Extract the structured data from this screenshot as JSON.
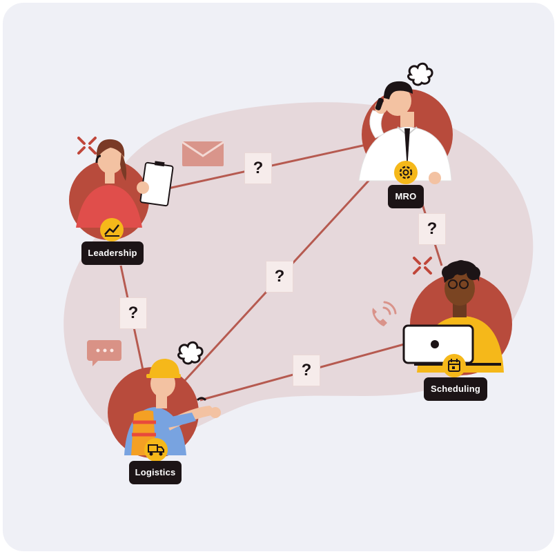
{
  "roles": {
    "leadership": "Leadership",
    "mro": "MRO",
    "scheduling": "Scheduling",
    "logistics": "Logistics"
  },
  "question_mark": "?",
  "icons": {
    "leadership": "chart-trend-icon",
    "mro": "gear-icon",
    "scheduling": "calendar-icon",
    "logistics": "truck-icon",
    "message": "envelope-icon",
    "chat": "chat-bubble-icon",
    "phone": "phone-icon",
    "frustration": "anger-symbol-icon",
    "smoke": "smoke-puff-icon"
  },
  "colors": {
    "background": "#eff0f6",
    "blob": "#e6d8db",
    "accent_red": "#b84b3c",
    "line": "#b65a50",
    "badge_yellow": "#f5b81a",
    "label_bg": "#1c1416"
  }
}
